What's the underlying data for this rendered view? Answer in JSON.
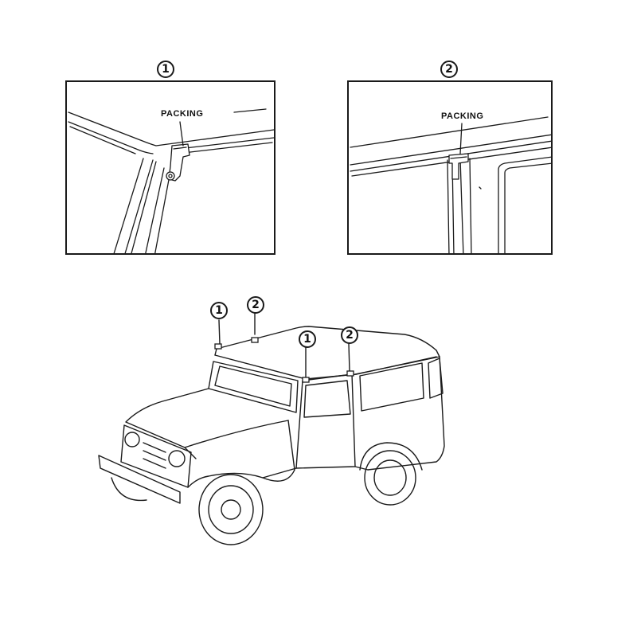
{
  "panels": [
    {
      "number": "1",
      "label": "PACKING"
    },
    {
      "number": "2",
      "label": "PACKING"
    }
  ],
  "vehicle_callouts": [
    "1",
    "2",
    "1",
    "2"
  ]
}
